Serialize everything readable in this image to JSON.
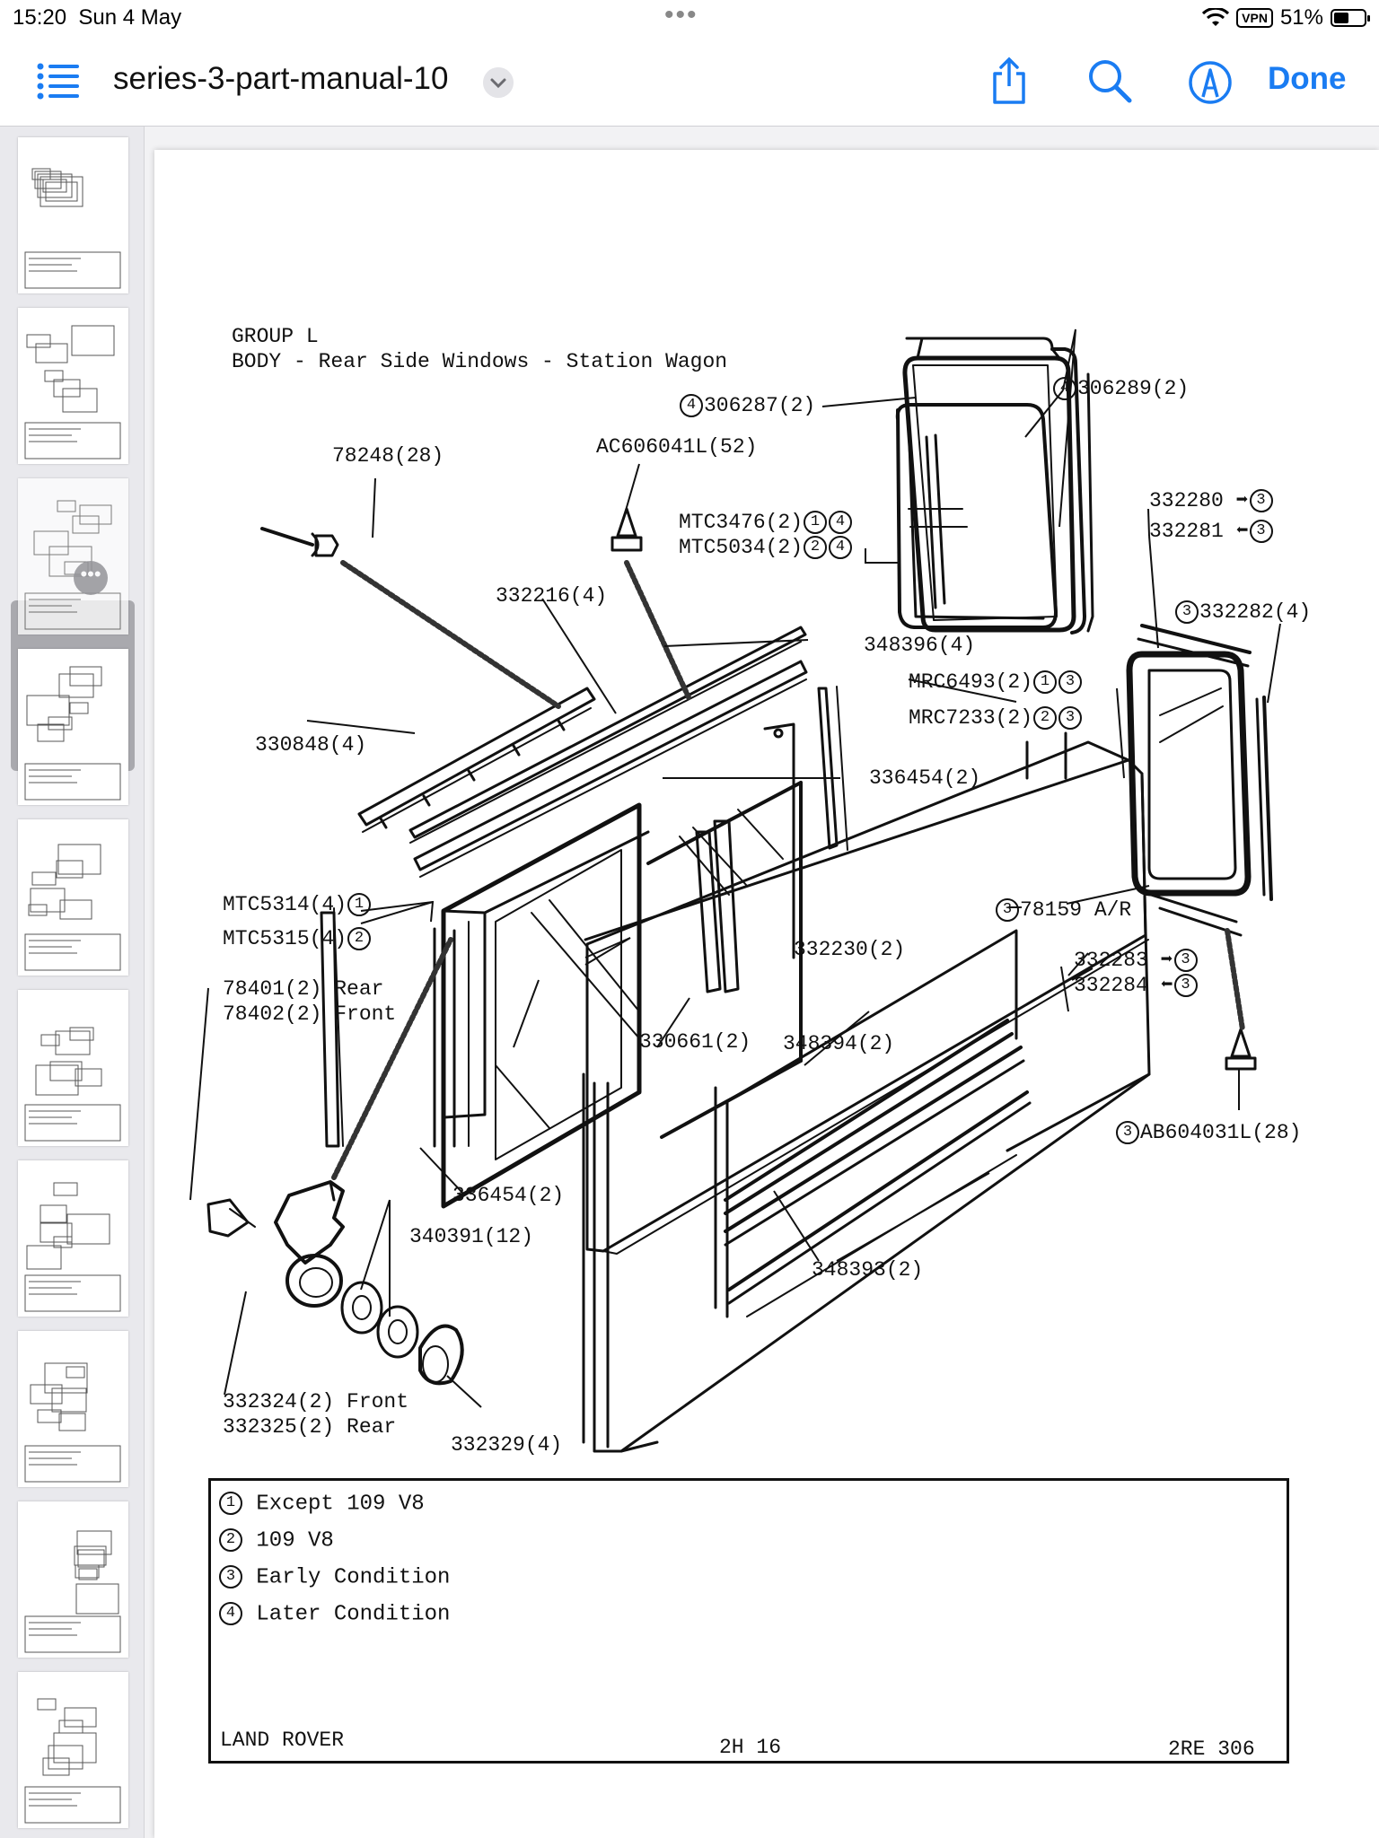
{
  "status": {
    "time": "15:20",
    "date": "Sun 4 May",
    "vpn": "VPN",
    "battery": "51%",
    "battery_level": 0.51
  },
  "toolbar": {
    "title": "series-3-part-manual-10",
    "done_label": "Done",
    "icons": [
      "list-icon",
      "chevron-down-icon",
      "share-icon",
      "search-icon",
      "markup-icon"
    ]
  },
  "sidebar": {
    "page_count_visible": 10,
    "selected_index": 2
  },
  "page": {
    "group": "GROUP L",
    "heading": "BODY - Rear Side Windows - Station Wagon",
    "callouts": {
      "c306287": "306287(2)",
      "c306289": "306289(2)",
      "c78248": "78248(28)",
      "cAC606041L": "AC606041L(52)",
      "cMTC3476": "MTC3476(2)",
      "cMTC5034": "MTC5034(2)",
      "c332280": "332280",
      "c332281": "332281",
      "c332282": "332282(4)",
      "c332216": "332216(4)",
      "c348396": "348396(4)",
      "cMRC6493": "MRC6493(2)",
      "cMRC7233": "MRC7233(2)",
      "c330848": "330848(4)",
      "c336454a": "336454(2)",
      "cMTC5314": "MTC5314(4)",
      "cMTC5315": "MTC5315(4)",
      "c78159": "78159 A/R",
      "c332230": "332230(2)",
      "c332283": "332283",
      "c332284": "332284",
      "c78401": "78401(2) Rear",
      "c78402": "78402(2) Front",
      "c330661": "330661(2)",
      "c348394": "348394(2)",
      "cAB604031L": "AB604031L(28)",
      "c336454b": "336454(2)",
      "c340391": "340391(12)",
      "c348393": "348393(2)",
      "c332324": "332324(2) Front",
      "c332325": "332325(2) Rear",
      "c332329": "332329(4)"
    },
    "markers": {
      "one": "1",
      "two": "2",
      "three": "3",
      "four": "4"
    },
    "legend": [
      {
        "num": "1",
        "label": "Except 109 V8"
      },
      {
        "num": "2",
        "label": "109 V8"
      },
      {
        "num": "3",
        "label": "Early Condition"
      },
      {
        "num": "4",
        "label": "Later Condition"
      }
    ],
    "footer": {
      "left": "LAND ROVER",
      "center": "2H 16",
      "right": "2RE 306"
    }
  }
}
